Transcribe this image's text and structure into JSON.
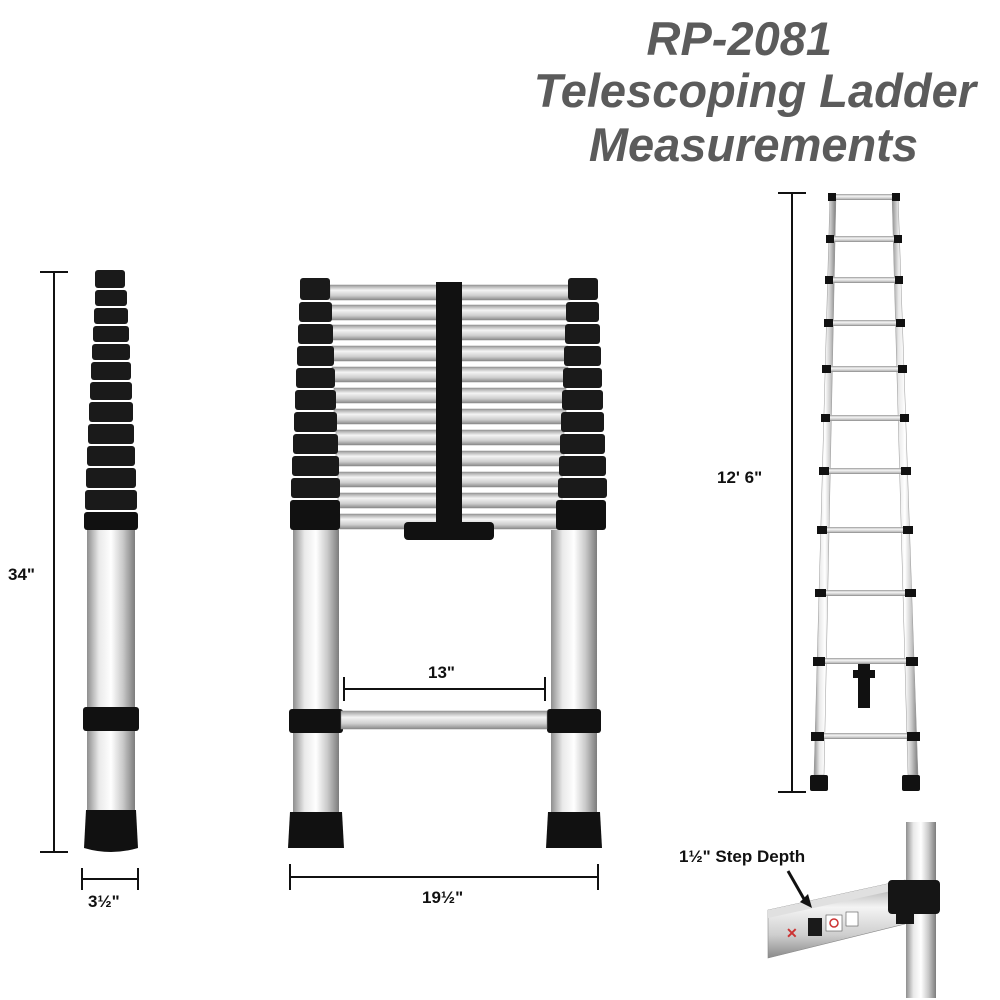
{
  "title": {
    "line1": "RP-2081",
    "line2": "Telescoping Ladder",
    "line3": "Measurements"
  },
  "dimensions": {
    "collapsed_height": "34\"",
    "collapsed_depth": "3½\"",
    "inner_width": "13\"",
    "outer_width": "19½\"",
    "extended_height": "12' 6\"",
    "step_depth": "1½\" Step Depth"
  }
}
